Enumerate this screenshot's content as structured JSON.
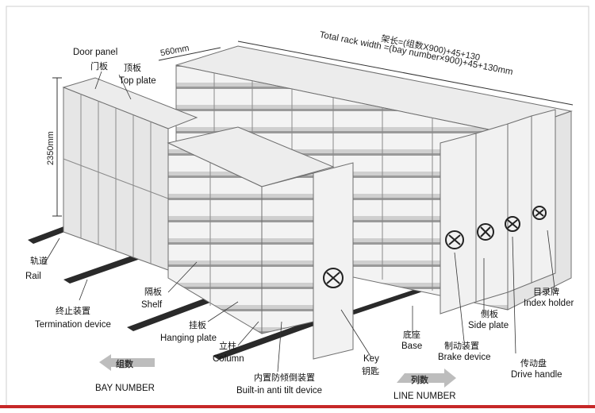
{
  "labels": {
    "door_panel": "Door panel",
    "door_panel_cn": "门板",
    "top_plate_cn": "顶板",
    "top_plate": "Top plate",
    "rail_cn": "轨道",
    "rail": "Rail",
    "termination_cn": "终止装置",
    "termination": "Termination device",
    "shelf_cn": "隔板",
    "shelf": "Shelf",
    "hanging_cn": "挂板",
    "hanging": "Hanging plate",
    "column_cn": "立柱",
    "column": "Column",
    "anti_tilt_cn": "内置防倾倒装置",
    "anti_tilt": "Built-in anti tilt device",
    "key": "Key",
    "key_cn": "钥匙",
    "base_cn": "底座",
    "base": "Base",
    "brake_cn": "制动装置",
    "brake": "Brake device",
    "side_cn": "侧板",
    "side": "Side plate",
    "index_cn": "目录牌",
    "index": "Index holder",
    "drive_cn": "传动盘",
    "drive": "Drive handle"
  },
  "dimensions": {
    "height": "2350mm",
    "depth": "560mm",
    "width_cn": "架长=(组数X900)+45+130",
    "width_en": "Total rack width =(bay number×900)+45+130mm"
  },
  "arrows": {
    "bay_cn": "组数",
    "bay": "BAY NUMBER",
    "line_cn": "列数",
    "line": "LINE NUMBER"
  },
  "colors": {
    "panel": "#e9e9e9",
    "shelf": "#f4f4f4",
    "edge": "#6f6f6f",
    "rail": "#2a2a2a",
    "frame_red": "#c62828"
  }
}
